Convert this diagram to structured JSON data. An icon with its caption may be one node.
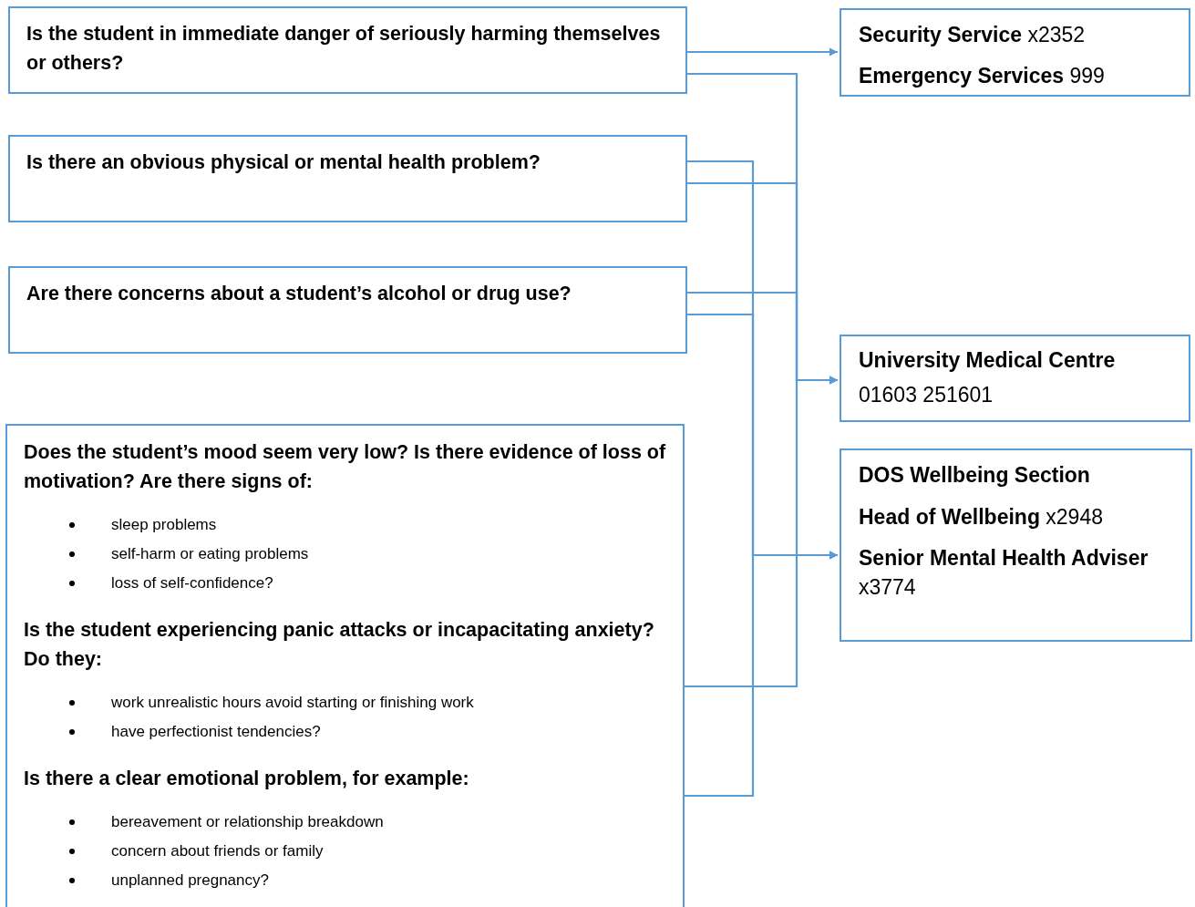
{
  "diagram": {
    "nodes": [
      {
        "text": [
          "Is the student in immediate danger of seriously harming themselves or others?"
        ]
      },
      {
        "text": [
          "**Security Service** x2352",
          "**Emergency Services** 999"
        ]
      },
      {
        "text": [
          "Is there an obvious physical or mental health problem?"
        ]
      },
      {
        "text": [
          "Are there concerns about a student’s alcohol or drug use?"
        ]
      },
      {
        "text": [
          "University Medical Centre",
          "01603 251601"
        ]
      },
      {
        "text": [
          "Does the student’s mood seem very low? Is there evidence of loss of motivation? Are there signs of:",
          "sleep problems",
          "self-harm or eating problems",
          "loss of self-confidence?",
          "Is the student experiencing panic attacks or incapacitating anxiety? Do they:",
          "work unrealistic hours avoid starting or finishing work",
          "have perfectionist tendencies?",
          "Is there a clear emotional problem, for example:",
          "bereavement or relationship breakdown",
          "concern about friends or family",
          "unplanned pregnancy?"
        ]
      },
      {
        "text": [
          "DOS Wellbeing Section",
          "**Head of Wellbeing** x2948",
          "**Senior Mental Health Adviser** x3774"
        ]
      }
    ],
    "edges": [
      {
        "from": 0,
        "to": 1,
        "arrow": "to"
      },
      {
        "from": 0,
        "to": 4,
        "arrow": "to"
      },
      {
        "from": 2,
        "to": 4,
        "arrow": "to"
      },
      {
        "from": 3,
        "to": 4,
        "arrow": "to"
      },
      {
        "from": 5,
        "to": 4,
        "arrow": "to"
      },
      {
        "from": 2,
        "to": 6,
        "arrow": "to"
      },
      {
        "from": 3,
        "to": 6,
        "arrow": "to"
      },
      {
        "from": 5,
        "to": 6,
        "arrow": "to"
      }
    ]
  }
}
